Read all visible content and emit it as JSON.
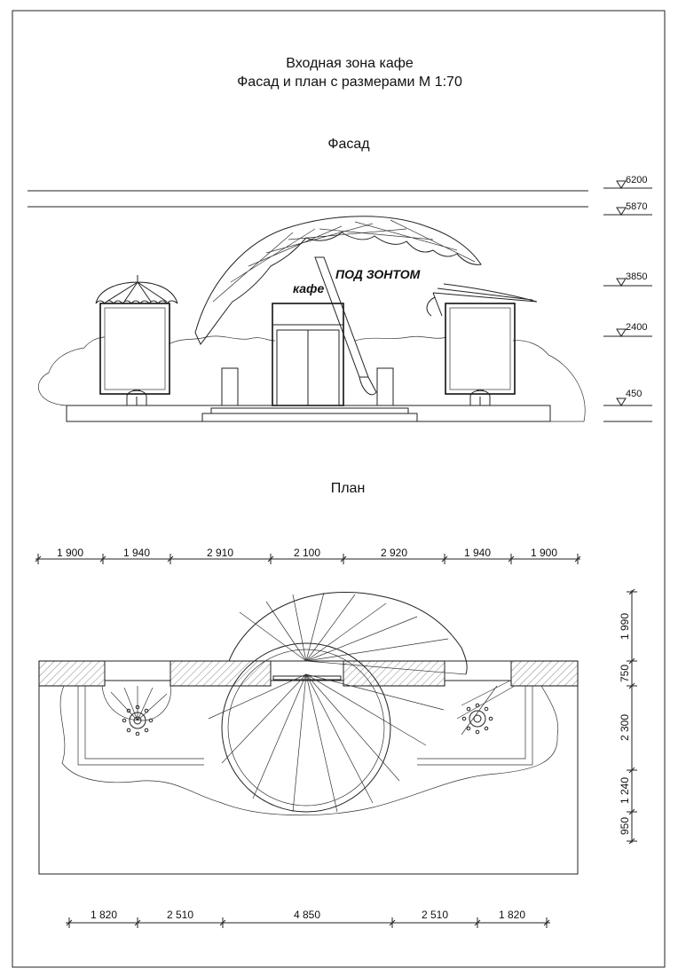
{
  "title": {
    "line1": "Входная зона кафе",
    "line2": "Фасад и план с размерами М 1:70"
  },
  "facade": {
    "heading": "Фасад",
    "levels": [
      "6200",
      "5870",
      "3850",
      "2400",
      "450"
    ],
    "sign_cafe": "кафе",
    "sign_name": "ПОД ЗОНТОМ"
  },
  "plan": {
    "heading": "План",
    "top_dimensions": [
      "1 900",
      "1 940",
      "2 910",
      "2 100",
      "2 920",
      "1 940",
      "1 900"
    ],
    "right_dimensions": [
      "1 990",
      "750",
      "2 300",
      "1 240",
      "950"
    ],
    "bottom_dimensions": [
      "1 820",
      "2 510",
      "4 850",
      "2 510",
      "1 820"
    ]
  }
}
